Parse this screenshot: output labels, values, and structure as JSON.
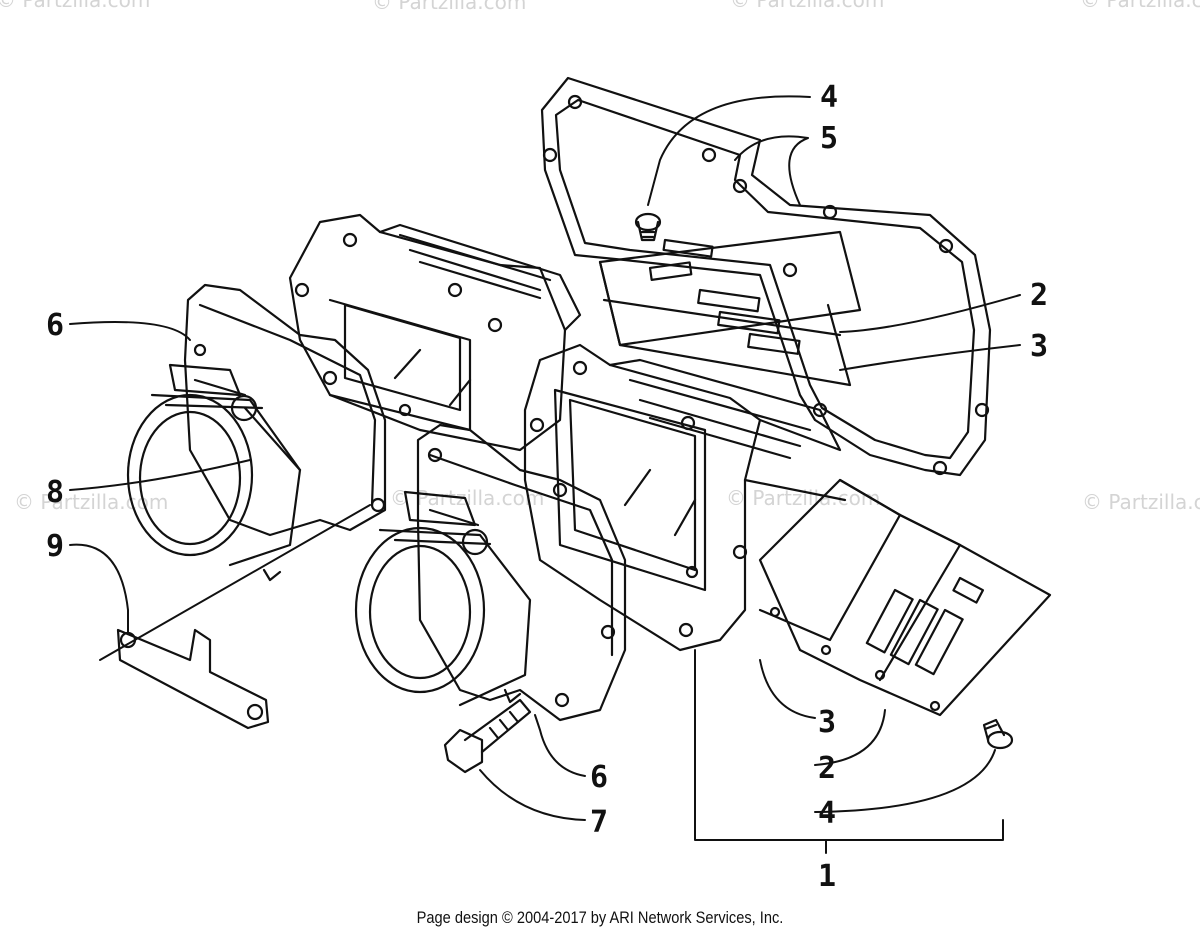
{
  "watermarks": {
    "top_center": "© Partzilla.com",
    "top_left": "© Partzilla.com",
    "top_mid": "© Partzilla.com",
    "top_right": "© Partzilla.com",
    "mid_left": "© Partzilla.com",
    "mid_center": "© Partzilla.com",
    "mid_center2": "© Partzilla.com",
    "mid_right": "© Partzilla.com"
  },
  "callouts": {
    "c1": "1",
    "c2a": "2",
    "c2b": "2",
    "c3a": "3",
    "c3b": "3",
    "c4a": "4",
    "c4b": "4",
    "c5": "5",
    "c6a": "6",
    "c6b": "6",
    "c7": "7",
    "c8": "8",
    "c9": "9"
  },
  "footer": "Page design © 2004-2017 by ARI Network Services, Inc.",
  "colors": {
    "line": "#111111",
    "watermark": "#d4d4d4",
    "background": "#ffffff"
  }
}
